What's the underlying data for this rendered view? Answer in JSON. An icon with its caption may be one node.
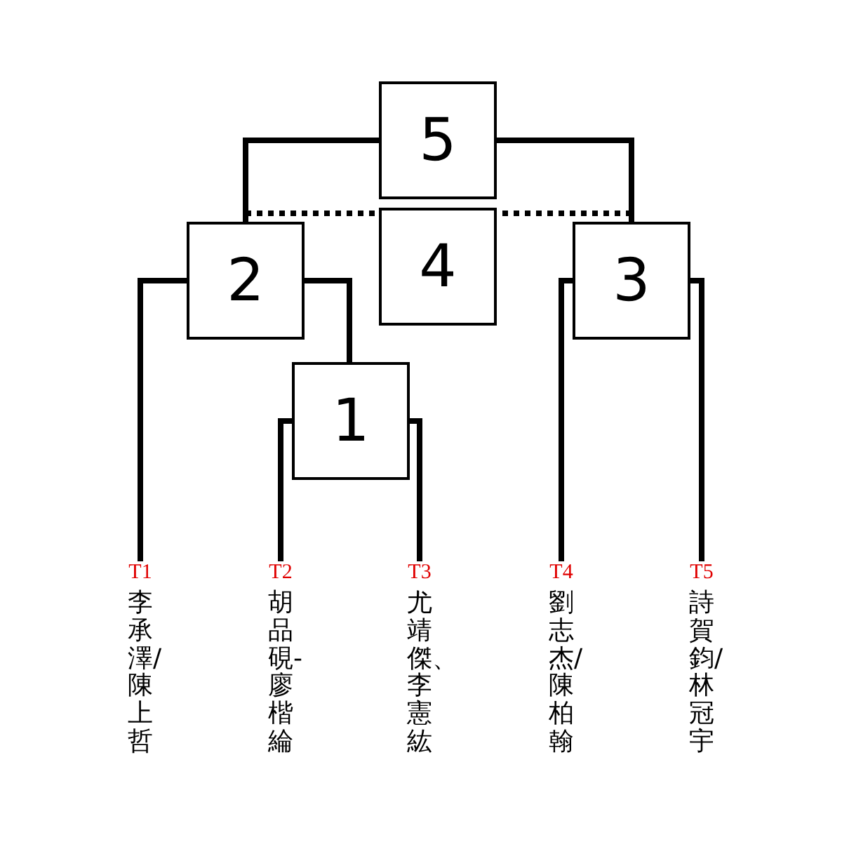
{
  "diagram": {
    "nodes": [
      {
        "text": [
          "5"
        ]
      },
      {
        "text": [
          "2"
        ]
      },
      {
        "text": [
          "4"
        ]
      },
      {
        "text": [
          "3"
        ]
      },
      {
        "text": [
          "1"
        ]
      },
      {
        "text": [
          "T1",
          "李承澤/陳上哲"
        ]
      },
      {
        "text": [
          "T2",
          "胡品硯-廖楷綸"
        ]
      },
      {
        "text": [
          "T3",
          "尤靖傑、李憲紘"
        ]
      },
      {
        "text": [
          "T4",
          "劉志杰/陳柏翰"
        ]
      },
      {
        "text": [
          "T5",
          "詩賀鈞/林冠宇"
        ]
      }
    ],
    "edges": [
      {
        "from": 5,
        "to": 1,
        "arrow": "none"
      },
      {
        "from": 6,
        "to": 4,
        "arrow": "none"
      },
      {
        "from": 7,
        "to": 4,
        "arrow": "none"
      },
      {
        "from": 4,
        "to": 1,
        "arrow": "none"
      },
      {
        "from": 8,
        "to": 3,
        "arrow": "none"
      },
      {
        "from": 9,
        "to": 3,
        "arrow": "none"
      },
      {
        "from": 1,
        "to": 0,
        "arrow": "none"
      },
      {
        "from": 3,
        "to": 0,
        "arrow": "none"
      },
      {
        "from": 1,
        "to": 2,
        "arrow": "none",
        "style": "dashed"
      },
      {
        "from": 3,
        "to": 2,
        "arrow": "none",
        "style": "dashed"
      }
    ]
  }
}
